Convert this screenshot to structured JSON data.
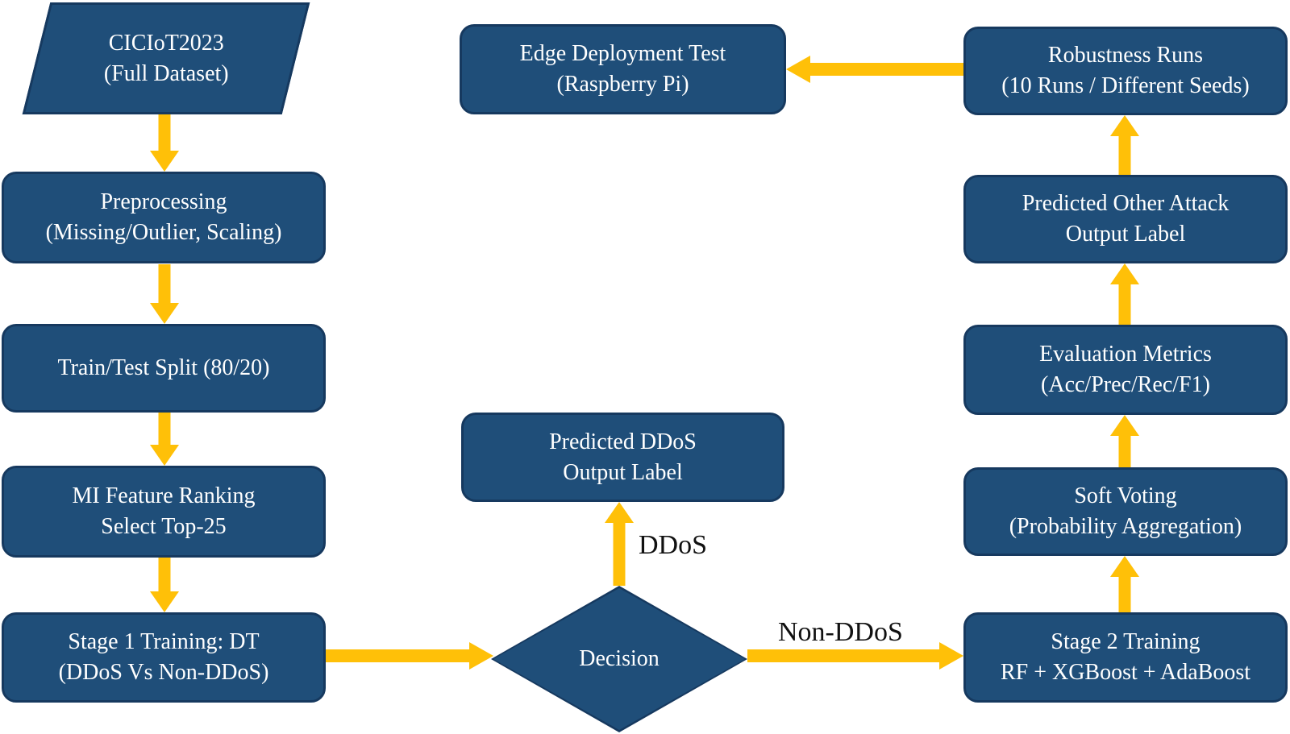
{
  "colors": {
    "node_fill": "#1F4E79",
    "node_border": "#16395F",
    "arrow": "#FFC008",
    "node_text": "#FFFFFF",
    "label_text": "#111111",
    "background": "#FFFFFF"
  },
  "nodes": {
    "dataset": {
      "line1": "CICIoT2023",
      "line2": "(Full Dataset)"
    },
    "preprocessing": {
      "line1": "Preprocessing",
      "line2": "(Missing/Outlier, Scaling)"
    },
    "split": {
      "line1": "Train/Test Split (80/20)"
    },
    "mi_ranking": {
      "line1": "MI Feature Ranking",
      "line2": "Select Top-25"
    },
    "stage1": {
      "line1": "Stage 1 Training: DT",
      "line2": "(DDoS Vs Non-DDoS)"
    },
    "decision": {
      "line1": "Decision"
    },
    "predicted_ddos": {
      "line1": "Predicted DDoS",
      "line2": "Output Label"
    },
    "edge_test": {
      "line1": "Edge Deployment Test",
      "line2": "(Raspberry Pi)"
    },
    "stage2": {
      "line1": "Stage 2 Training",
      "line2": "RF + XGBoost + AdaBoost"
    },
    "soft_voting": {
      "line1": "Soft Voting",
      "line2": "(Probability Aggregation)"
    },
    "evaluation": {
      "line1": "Evaluation Metrics",
      "line2": "(Acc/Prec/Rec/F1)"
    },
    "predicted_other": {
      "line1": "Predicted Other Attack",
      "line2": "Output Label"
    },
    "robustness": {
      "line1": "Robustness Runs",
      "line2": "(10 Runs / Different Seeds)"
    }
  },
  "edge_labels": {
    "ddos": "DDoS",
    "non_ddos": "Non-DDoS"
  }
}
